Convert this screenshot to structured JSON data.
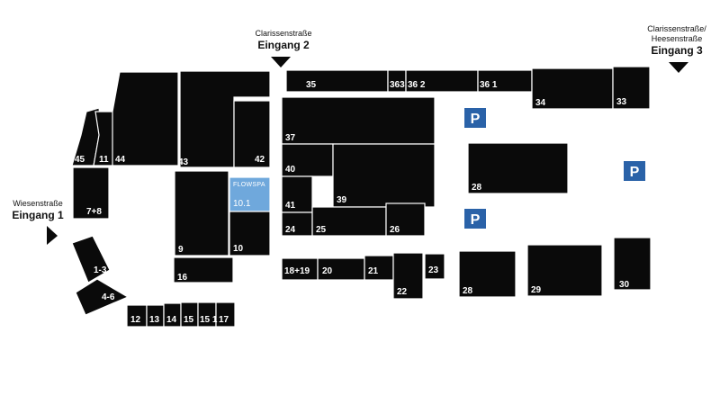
{
  "units": {
    "u35": "35",
    "u363": "363",
    "u362": "36 2",
    "u361": "36 1",
    "u34": "34",
    "u33": "33",
    "u37": "37",
    "u40": "40",
    "u41": "41",
    "u39": "39",
    "u24": "24",
    "u25": "25",
    "u26": "26",
    "u45": "45",
    "u11": "11",
    "u44": "44",
    "u43": "43",
    "u42": "42",
    "u78": "7+8",
    "u9": "9",
    "u10": "10",
    "u16": "16",
    "u13g": "1-3",
    "u46": "4-6",
    "u12": "12",
    "u13": "13",
    "u14": "14",
    "u15": "15",
    "u151": "15 1",
    "u17": "17",
    "u1819": "18+19",
    "u20": "20",
    "u21": "21",
    "u22": "22",
    "u23": "23",
    "u28a": "28",
    "u28b": "28",
    "u29": "29",
    "u30": "30"
  },
  "highlight": {
    "label": "FLOWSPA",
    "unit": "10.1",
    "color": "#6fa8dc"
  },
  "entrances": {
    "west": {
      "street": "Wiesenstraße",
      "name": "Eingang 1"
    },
    "north": {
      "street": "Clarissenstraße",
      "name": "Eingang 2"
    },
    "northeast": {
      "street_line1": "Clarissenstraße/",
      "street_line2": "Heesenstraße",
      "name": "Eingang 3"
    }
  },
  "parking": {
    "symbol": "P",
    "color": "#2a62a8"
  }
}
